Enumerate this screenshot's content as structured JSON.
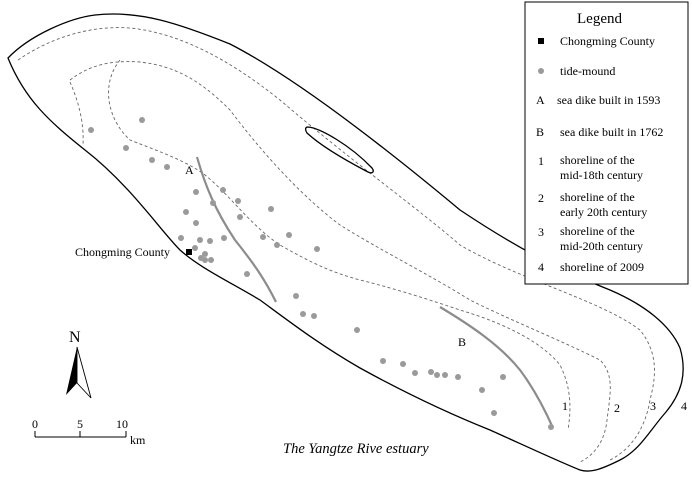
{
  "legend": {
    "title": "Legend",
    "items": [
      {
        "key": "county",
        "symbol": "square",
        "label": "Chongming County"
      },
      {
        "key": "mound",
        "symbol": "dot",
        "label": "tide-mound"
      },
      {
        "key": "A",
        "symbol": "letter",
        "label": "sea dike built in 1593"
      },
      {
        "key": "B",
        "symbol": "letter",
        "label": "sea dike built in 1762"
      },
      {
        "key": "1",
        "symbol": "number",
        "lines": [
          "shoreline of the",
          "mid-18th century"
        ]
      },
      {
        "key": "2",
        "symbol": "number",
        "lines": [
          "shoreline of the",
          "early 20th century"
        ]
      },
      {
        "key": "3",
        "symbol": "number",
        "lines": [
          "shoreline of the",
          "mid-20th century"
        ]
      },
      {
        "key": "4",
        "symbol": "number",
        "label": "shoreline of 2009"
      }
    ]
  },
  "map_labels": {
    "county": "Chongming County",
    "dike_a": "A",
    "dike_b": "B",
    "shore_1": "1",
    "shore_2": "2",
    "shore_3": "3",
    "shore_4": "4",
    "estuary": "The Yangtze Rive estuary"
  },
  "north_arrow": {
    "label": "N"
  },
  "scale_bar": {
    "ticks": [
      "0",
      "5",
      "10"
    ],
    "unit": "km"
  },
  "colors": {
    "outline": "#000000",
    "dashed_shoreline": "#666666",
    "dike": "#8c8c8c",
    "mound": "#9a9a9a"
  }
}
